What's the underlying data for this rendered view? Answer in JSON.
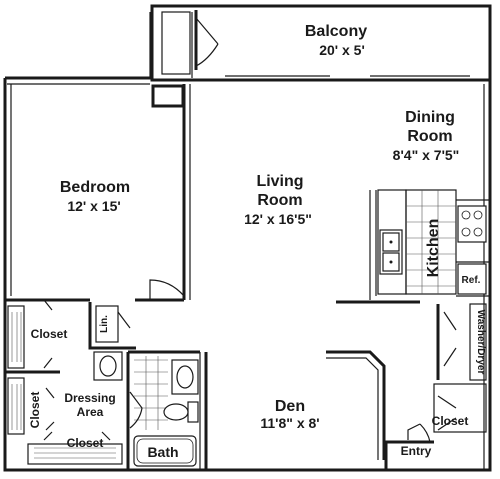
{
  "rooms": {
    "balcony": {
      "name": "Balcony",
      "size": "20' x 5'"
    },
    "dining": {
      "name_line1": "Dining",
      "name_line2": "Room",
      "size": "8'4\" x 7'5\""
    },
    "bedroom": {
      "name": "Bedroom",
      "size": "12' x 15'"
    },
    "living": {
      "name_line1": "Living",
      "name_line2": "Room",
      "size": "12' x 16'5\""
    },
    "kitchen": {
      "name": "Kitchen"
    },
    "den": {
      "name": "Den",
      "size": "11'8\" x 8'"
    },
    "dressing": {
      "name_line1": "Dressing",
      "name_line2": "Area"
    }
  },
  "labels": {
    "ref": "Ref.",
    "lin": "Lin.",
    "washer_dryer": "Washer/Dryer",
    "closet_bedroom": "Closet",
    "closet_dressing_vertical": "Closet",
    "closet_dressing_bottom": "Closet",
    "closet_entry": "Closet",
    "bath": "Bath",
    "entry": "Entry"
  }
}
